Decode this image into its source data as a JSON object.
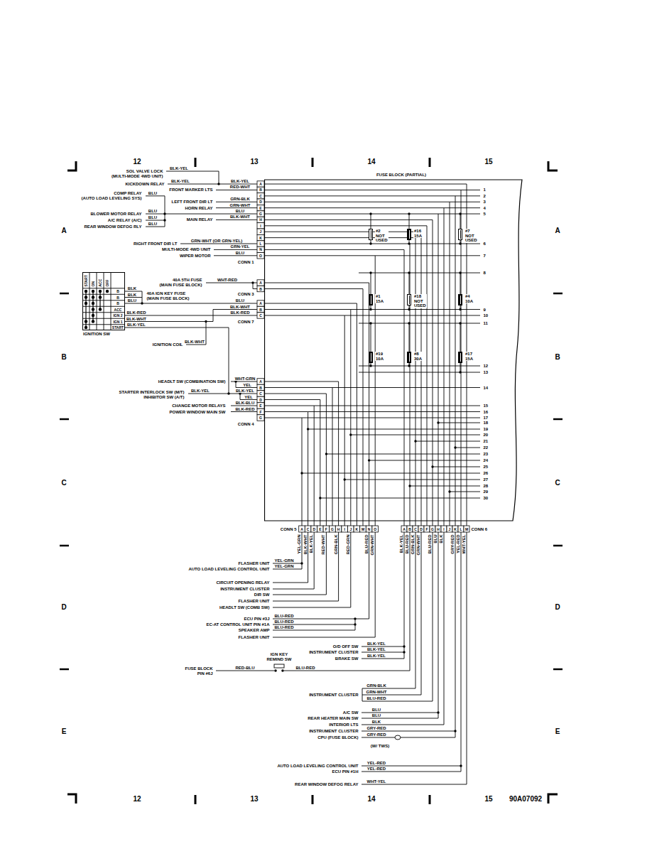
{
  "diagram": {
    "nodes": [
      {
        "text": [
          "FUSE BLOCK (PARTIAL)"
        ]
      },
      {
        "text": [
          "#2 NOT USED"
        ],
        "in": 0
      },
      {
        "text": [
          "#16 15A"
        ],
        "in": 0
      },
      {
        "text": [
          "#7 NOT USED"
        ],
        "in": 0
      },
      {
        "text": [
          "#1 15A"
        ],
        "in": 0
      },
      {
        "text": [
          "#18 NOT USED"
        ],
        "in": 0
      },
      {
        "text": [
          "#4 10A"
        ],
        "in": 0
      },
      {
        "text": [
          "#19 10A"
        ],
        "in": 0
      },
      {
        "text": [
          "#8 30A"
        ],
        "in": 0
      },
      {
        "text": [
          "#17 15A"
        ],
        "in": 0
      },
      {
        "text": [
          "IGNITION SW"
        ]
      }
    ],
    "labels": [
      "12",
      "13",
      "14",
      "15",
      "A",
      "A",
      "B",
      "B",
      "C",
      "C",
      "D",
      "D",
      "E",
      "E",
      "12",
      "13",
      "14",
      "15",
      "90A07092",
      "SOL VALVE LOCK",
      "(MULTI-MODE 4WD UNIT)",
      "BLK-YEL",
      "KICKDOWN RELAY",
      "BLK-YEL",
      "BLK-YEL",
      "FRONT MARKER LTS",
      "RED-WHT",
      "COMP RELAY",
      "(AUTO LOAD LEVELING SYS)",
      "BLU",
      "LEFT FRONT DIR LT",
      "GRN-BLK",
      "HORN RELAY",
      "GRN-WHT",
      "BLOWER MOTOR RELAY",
      "BLU",
      "BLU",
      "A/C RELAY (A/C)",
      "BLU",
      "MAIN RELAY",
      "BLK-WHT",
      "REAR WINDOW DEFOG RLY",
      "BLU",
      "RIGHT FRONT DIR LT",
      "GRN-WHT (OR GRN-YEL)",
      "MULTI-MODE 4WD UNIT",
      "GRN-YEL",
      "WIPER MOTOR",
      "BLU",
      "CONN 1",
      "A",
      "B",
      "C",
      "D",
      "E",
      "G",
      "H",
      "I",
      "J",
      "K",
      "L",
      "N",
      "O",
      "40A 5TH FUSE",
      "(MAIN FUSE BLOCK)",
      "WHT-RED",
      "A",
      "B",
      "CONN 3",
      "START",
      "ON",
      "ACC",
      "OFF",
      "B",
      "B",
      "B",
      "ACC",
      "IGN 2",
      "IGN 1",
      "START",
      "BLK",
      "BLK",
      "BLU",
      "40A IGN KEY FUSE",
      "(MAIN FUSE BLOCK)",
      "BLK-RED",
      "BLK-WHT",
      "BLK-YEL",
      "BLU",
      "BLK-WHT",
      "BLK-RED",
      "A",
      "B",
      "C",
      "CONN 7",
      "IGNITION COIL",
      "BLK-WHT",
      "HEADLT SW (COMBINATION SW)",
      "WHT-GRN",
      "YEL",
      "STARTER INTERLOCK SW (M/T)",
      "INHIBITOR SW (A/T)",
      "BLK-YEL",
      "BLK-YEL",
      "YEL",
      "CHANGE MOTOR RELAYS",
      "BLK-BLU",
      "POWER WINDOW MAIN SW",
      "BLK-RED",
      "A",
      "B",
      "C",
      "D",
      "E",
      "F",
      "G",
      "CONN 4",
      "1",
      "2",
      "3",
      "4",
      "5",
      "6",
      "7",
      "8",
      "9",
      "10",
      "11",
      "12",
      "13",
      "14",
      "15",
      "16",
      "17",
      "18",
      "19",
      "20",
      "21",
      "22",
      "23",
      "24",
      "25",
      "26",
      "27",
      "28",
      "29",
      "30",
      "CONN 5",
      "A",
      "C",
      "D",
      "E",
      "F",
      "G",
      "H",
      "I",
      "J",
      "K",
      "M",
      "N",
      "O",
      "CONN 6",
      "A",
      "B",
      "C",
      "D",
      "F",
      "G",
      "H",
      "I",
      "J",
      "K",
      "L",
      "M",
      "YEL-GRN",
      "BLK-WHT",
      "BLK-YEL",
      "RED-WHT",
      "GRN-BLK",
      "RED-GRN",
      "BLU-RED",
      "GRN-WHT",
      "BLK-YEL",
      "BLU-RED",
      "GRN-BLK",
      "GRN-WHT",
      "BLU-RED",
      "BLU",
      "BLK",
      "GRY-RED",
      "YEL-RED",
      "WHT-YEL",
      "FLASHER UNIT",
      "YEL-GRN",
      "AUTO LOAD LEVELING CONTROL UNIT",
      "YEL-GRN",
      "CIRCUIT OPENING RELAY",
      "INSTRUMENT CLUSTER",
      "DIR SW",
      "FLASHER UNIT",
      "HEADLT SW (COMB SW)",
      "ECU PIN #3J",
      "BLU-RED",
      "EC-AT CONTROL UNIT PIN #1A",
      "BLU-RED",
      "SPEAKER AMP",
      "BLU-RED",
      "FLASHER UNIT",
      "O/D OFF SW",
      "BLK-YEL",
      "INSTRUMENT CLUSTER",
      "BLK-YEL",
      "BRAKE SW",
      "BLK-YEL",
      "IGN KEY",
      "REMIND SW",
      "FUSE BLOCK",
      "PIN #6J",
      "RED-BLU",
      "BLU-RED",
      "INSTRUMENT CLUSTER",
      "GRN-BLK",
      "GRN-WHT",
      "BLU-RED",
      "A/C SW",
      "BLU",
      "REAR HEATER MAIN SW",
      "BLU",
      "INTERIOR LTS",
      "BLK",
      "INSTRUMENT CLUSTER",
      "GRY-RED",
      "CPU (FUSE BLOCK)",
      "GRY-RED",
      "(W/ TWS)",
      "AUTO LOAD LEVELING CONTROL UNIT",
      "YEL-RED",
      "ECU PIN #1H",
      "YEL-RED",
      "REAR WINDOW DEFOG RELAY",
      "WHT-YEL"
    ]
  }
}
